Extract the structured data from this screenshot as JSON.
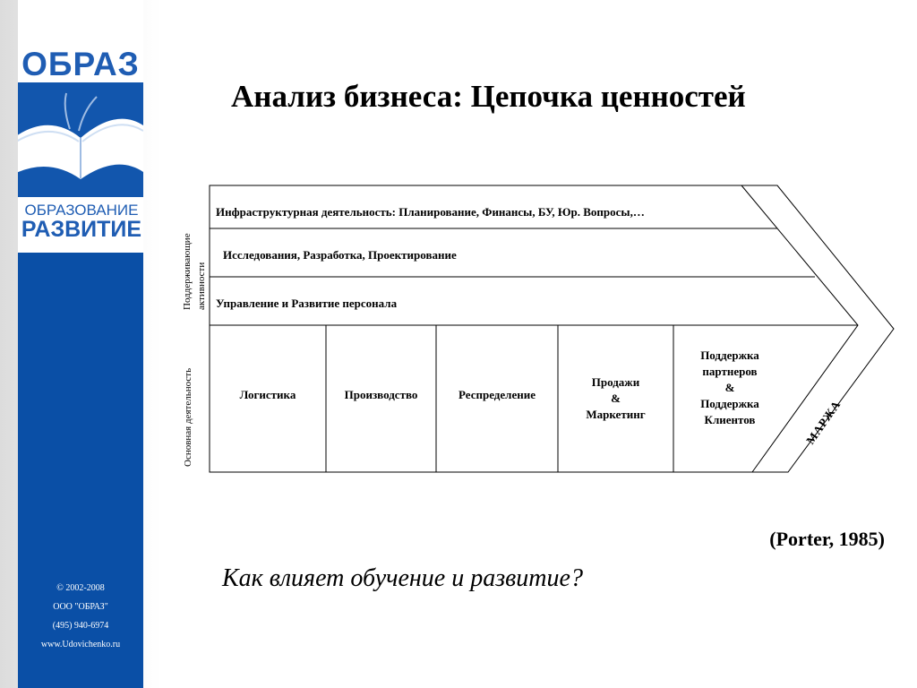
{
  "logo": {
    "word": "ОБРАЗ",
    "sub_line1": "ОБРАЗОВАНИЕ",
    "sub_line2": "РАЗВИТИЕ"
  },
  "footer": {
    "copyright": "© 2002-2008",
    "company": "ООО \"ОБРАЗ\"",
    "phone": "(495) 940-6974",
    "website": "www.Udovichenko.ru"
  },
  "title": "Анализ бизнеса: Цепочка ценностей",
  "diagram": {
    "support_label_line1": "Поддерживающие",
    "support_label_line2": "активности",
    "primary_label": "Основная деятельность",
    "support_rows": [
      "Инфраструктурная деятельность: Планирование, Финансы, БУ, Юр. Вопросы,…",
      "Исследования, Разработка, Проектирование",
      "Управление и Развитие персонала"
    ],
    "primary_cells": [
      "Логистика",
      "Производство",
      "Респределение",
      "Продажи\n&\nМаркетинг",
      "Поддержка\nпартнеров\n&\nПоддержка\nКлиентов"
    ],
    "margin_label": "МАРЖА"
  },
  "citation": "(Porter, 1985)",
  "question": "Как влияет обучение и развитие?",
  "colors": {
    "brand_blue": "#0a4fa6",
    "logo_blue": "#1f5db3"
  }
}
